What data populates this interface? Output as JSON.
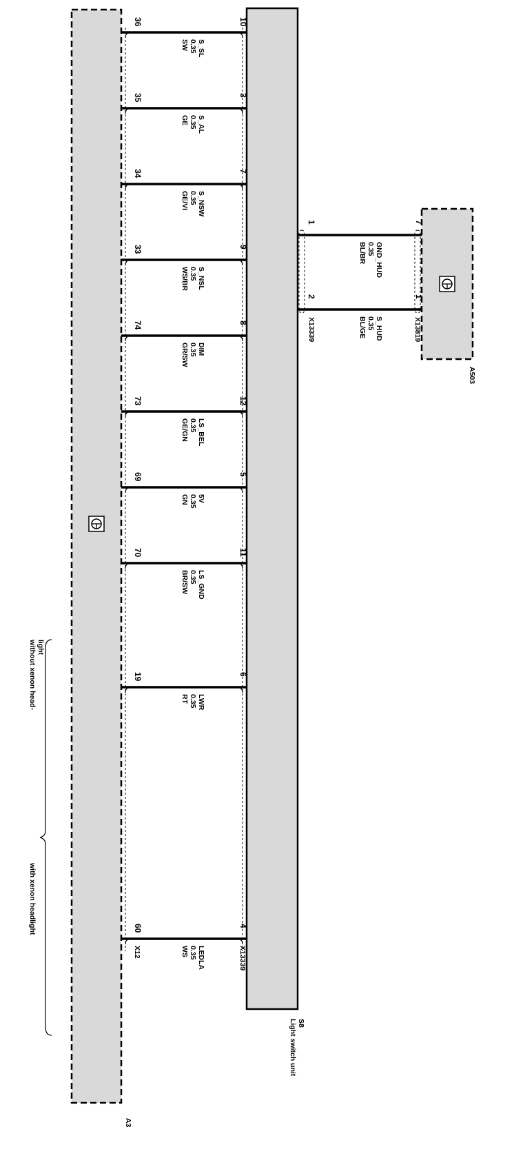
{
  "components": {
    "a3": {
      "id": "A3",
      "connector": "X12"
    },
    "s8": {
      "id": "S8",
      "name": "Light switch unit",
      "connector": "X13339"
    },
    "a503": {
      "id": "A503",
      "connector": "X13819"
    }
  },
  "main_wires": [
    {
      "pin_s8": "10",
      "pin_a3": "36",
      "signal": "S_SL",
      "cross_section": "0.35",
      "color": "SW"
    },
    {
      "pin_s8": "3",
      "pin_a3": "35",
      "signal": "S_AL",
      "cross_section": "0.35",
      "color": "GE"
    },
    {
      "pin_s8": "7",
      "pin_a3": "34",
      "signal": "S_NSW",
      "cross_section": "0.35",
      "color": "GE/VI"
    },
    {
      "pin_s8": "9",
      "pin_a3": "33",
      "signal": "S_NSL",
      "cross_section": "0.35",
      "color": "WS/BR"
    },
    {
      "pin_s8": "8",
      "pin_a3": "74",
      "signal": "DIM",
      "cross_section": "0.35",
      "color": "GR/SW"
    },
    {
      "pin_s8": "12",
      "pin_a3": "73",
      "signal": "LS_BEL",
      "cross_section": "0.35",
      "color": "GE/GN"
    },
    {
      "pin_s8": "5",
      "pin_a3": "69",
      "signal": "5V",
      "cross_section": "0.35",
      "color": "GN"
    },
    {
      "pin_s8": "11",
      "pin_a3": "70",
      "signal": "LS_GND",
      "cross_section": "0.35",
      "color": "BR/SW"
    },
    {
      "pin_s8": "6",
      "pin_a3": "19",
      "signal": "LWR",
      "cross_section": "0.35",
      "color": "RT"
    },
    {
      "pin_s8": "4",
      "pin_a3": "60",
      "signal": "LEDLA",
      "cross_section": "0.35",
      "color": "WS"
    }
  ],
  "hud_wires": [
    {
      "pin_s8": "1",
      "pin_a503": "7",
      "signal": "GND_HUD",
      "cross_section": "0.35",
      "color": "BL/BR"
    },
    {
      "pin_s8": "2",
      "pin_a503": "1",
      "signal": "S_HUD",
      "cross_section": "0.35",
      "color": "BL/GE"
    }
  ],
  "variants": {
    "without_xenon": "without xenon head-light",
    "with_xenon": "with xenon headlight"
  },
  "icons": [
    "ground-symbol-icon"
  ]
}
